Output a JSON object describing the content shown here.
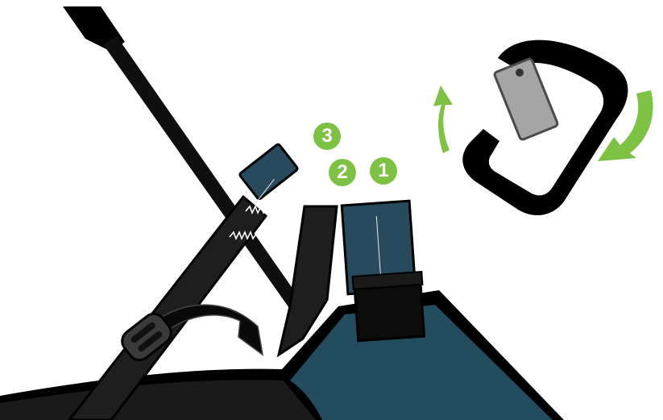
{
  "colors": {
    "step_badge": "#7dc243",
    "arrow": "#7dc243",
    "strap": "#1a1a1a",
    "strap_outline": "#000000",
    "buckle_tab": "#274b5c",
    "seat_fabric": "#234c5f",
    "carabiner_body": "#000000",
    "carabiner_gate": "#a5a5a5"
  },
  "steps": [
    {
      "number": "1"
    },
    {
      "number": "2"
    },
    {
      "number": "3"
    }
  ],
  "icons": {
    "carabiner": "carabiner-icon",
    "rotate_left": "rotate-arrow-left-icon",
    "rotate_right": "rotate-arrow-right-icon",
    "stitching": "stitching-icon"
  }
}
